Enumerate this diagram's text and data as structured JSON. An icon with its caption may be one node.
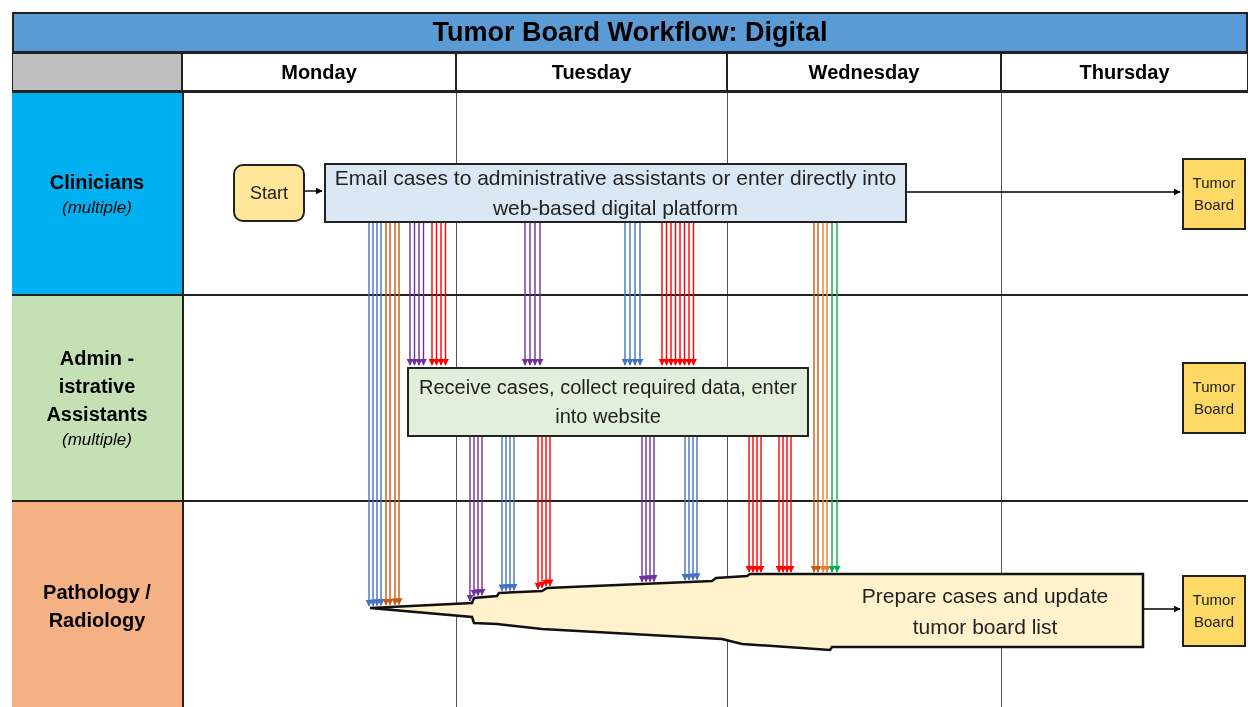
{
  "diagram": {
    "title": "Tumor Board Workflow: Digital",
    "nodes": [
      {
        "text": [
          "Clinicians",
          "(multiple)"
        ]
      },
      {
        "text": [
          "Start"
        ],
        "in": 0
      },
      {
        "text": [
          "Email cases to administrative assistants or enter directly into web-based digital platform"
        ],
        "in": 0
      },
      {
        "text": [
          "Tumor Board"
        ],
        "in": 0
      },
      {
        "text": [
          "Admin - istrative Assistants",
          "(multiple)"
        ]
      },
      {
        "text": [
          "Receive cases, collect required data, enter into website"
        ],
        "in": 4
      },
      {
        "text": [
          "Tumor Board"
        ],
        "in": 4
      },
      {
        "text": [
          "Pathology / Radiology"
        ]
      },
      {
        "text": [
          "Prepare cases and update tumor board list"
        ],
        "in": 7
      },
      {
        "text": [
          "Tumor Board"
        ],
        "in": 7
      }
    ],
    "edges": [
      {
        "from": 1,
        "to": 2,
        "arrow": "to",
        "color": "#000000"
      },
      {
        "from": 2,
        "to": 3,
        "arrow": "to",
        "color": "#000000"
      },
      {
        "from": 2,
        "to": 5,
        "arrow": "to",
        "color": "#7030a0"
      },
      {
        "from": 2,
        "to": 5,
        "arrow": "to",
        "color": "#7030a0"
      },
      {
        "from": 2,
        "to": 5,
        "arrow": "to",
        "color": "#7030a0"
      },
      {
        "from": 2,
        "to": 5,
        "arrow": "to",
        "color": "#7030a0"
      },
      {
        "from": 2,
        "to": 5,
        "arrow": "to",
        "color": "#ff0000"
      },
      {
        "from": 2,
        "to": 5,
        "arrow": "to",
        "color": "#ff0000"
      },
      {
        "from": 2,
        "to": 5,
        "arrow": "to",
        "color": "#ff0000"
      },
      {
        "from": 2,
        "to": 5,
        "arrow": "to",
        "color": "#ff0000"
      },
      {
        "from": 2,
        "to": 5,
        "arrow": "to",
        "color": "#7030a0"
      },
      {
        "from": 2,
        "to": 5,
        "arrow": "to",
        "color": "#7030a0"
      },
      {
        "from": 2,
        "to": 5,
        "arrow": "to",
        "color": "#7030a0"
      },
      {
        "from": 2,
        "to": 5,
        "arrow": "to",
        "color": "#7030a0"
      },
      {
        "from": 2,
        "to": 5,
        "arrow": "to",
        "color": "#4472c4"
      },
      {
        "from": 2,
        "to": 5,
        "arrow": "to",
        "color": "#4472c4"
      },
      {
        "from": 2,
        "to": 5,
        "arrow": "to",
        "color": "#4472c4"
      },
      {
        "from": 2,
        "to": 5,
        "arrow": "to",
        "color": "#4472c4"
      },
      {
        "from": 2,
        "to": 5,
        "arrow": "to",
        "color": "#ff0000"
      },
      {
        "from": 2,
        "to": 5,
        "arrow": "to",
        "color": "#ff0000"
      },
      {
        "from": 2,
        "to": 5,
        "arrow": "to",
        "color": "#ff0000"
      },
      {
        "from": 2,
        "to": 5,
        "arrow": "to",
        "color": "#ff0000"
      },
      {
        "from": 2,
        "to": 5,
        "arrow": "to",
        "color": "#ff0000"
      },
      {
        "from": 2,
        "to": 5,
        "arrow": "to",
        "color": "#ff0000"
      },
      {
        "from": 2,
        "to": 5,
        "arrow": "to",
        "color": "#ff0000"
      },
      {
        "from": 2,
        "to": 5,
        "arrow": "to",
        "color": "#ff0000"
      },
      {
        "from": 2,
        "to": 8,
        "arrow": "to",
        "color": "#4472c4"
      },
      {
        "from": 2,
        "to": 8,
        "arrow": "to",
        "color": "#4472c4"
      },
      {
        "from": 2,
        "to": 8,
        "arrow": "to",
        "color": "#4472c4"
      },
      {
        "from": 2,
        "to": 8,
        "arrow": "to",
        "color": "#4472c4"
      },
      {
        "from": 2,
        "to": 8,
        "arrow": "to",
        "color": "#c55a11"
      },
      {
        "from": 2,
        "to": 8,
        "arrow": "to",
        "color": "#c55a11"
      },
      {
        "from": 2,
        "to": 8,
        "arrow": "to",
        "color": "#c55a11"
      },
      {
        "from": 2,
        "to": 8,
        "arrow": "to",
        "color": "#c55a11"
      },
      {
        "from": 2,
        "to": 8,
        "arrow": "to",
        "color": "#c55a11"
      },
      {
        "from": 2,
        "to": 8,
        "arrow": "to",
        "color": "#c55a11"
      },
      {
        "from": 2,
        "to": 8,
        "arrow": "to",
        "color": "#ed7d31"
      },
      {
        "from": 2,
        "to": 8,
        "arrow": "to",
        "color": "#ed7d31"
      },
      {
        "from": 2,
        "to": 8,
        "arrow": "to",
        "color": "#00b050"
      },
      {
        "from": 2,
        "to": 8,
        "arrow": "to",
        "color": "#00b050"
      },
      {
        "from": 5,
        "to": 8,
        "arrow": "to",
        "color": "#7030a0"
      },
      {
        "from": 5,
        "to": 8,
        "arrow": "to",
        "color": "#7030a0"
      },
      {
        "from": 5,
        "to": 8,
        "arrow": "to",
        "color": "#7030a0"
      },
      {
        "from": 5,
        "to": 8,
        "arrow": "to",
        "color": "#7030a0"
      },
      {
        "from": 5,
        "to": 8,
        "arrow": "to",
        "color": "#4472c4"
      },
      {
        "from": 5,
        "to": 8,
        "arrow": "to",
        "color": "#4472c4"
      },
      {
        "from": 5,
        "to": 8,
        "arrow": "to",
        "color": "#4472c4"
      },
      {
        "from": 5,
        "to": 8,
        "arrow": "to",
        "color": "#4472c4"
      },
      {
        "from": 5,
        "to": 8,
        "arrow": "to",
        "color": "#ff0000"
      },
      {
        "from": 5,
        "to": 8,
        "arrow": "to",
        "color": "#ff0000"
      },
      {
        "from": 5,
        "to": 8,
        "arrow": "to",
        "color": "#ff0000"
      },
      {
        "from": 5,
        "to": 8,
        "arrow": "to",
        "color": "#ff0000"
      },
      {
        "from": 5,
        "to": 8,
        "arrow": "to",
        "color": "#7030a0"
      },
      {
        "from": 5,
        "to": 8,
        "arrow": "to",
        "color": "#7030a0"
      },
      {
        "from": 5,
        "to": 8,
        "arrow": "to",
        "color": "#7030a0"
      },
      {
        "from": 5,
        "to": 8,
        "arrow": "to",
        "color": "#7030a0"
      },
      {
        "from": 5,
        "to": 8,
        "arrow": "to",
        "color": "#4472c4"
      },
      {
        "from": 5,
        "to": 8,
        "arrow": "to",
        "color": "#4472c4"
      },
      {
        "from": 5,
        "to": 8,
        "arrow": "to",
        "color": "#4472c4"
      },
      {
        "from": 5,
        "to": 8,
        "arrow": "to",
        "color": "#4472c4"
      },
      {
        "from": 5,
        "to": 8,
        "arrow": "to",
        "color": "#ff0000"
      },
      {
        "from": 5,
        "to": 8,
        "arrow": "to",
        "color": "#ff0000"
      },
      {
        "from": 5,
        "to": 8,
        "arrow": "to",
        "color": "#ff0000"
      },
      {
        "from": 5,
        "to": 8,
        "arrow": "to",
        "color": "#ff0000"
      },
      {
        "from": 5,
        "to": 8,
        "arrow": "to",
        "color": "#ff0000"
      },
      {
        "from": 5,
        "to": 8,
        "arrow": "to",
        "color": "#ff0000"
      },
      {
        "from": 5,
        "to": 8,
        "arrow": "to",
        "color": "#ff0000"
      },
      {
        "from": 5,
        "to": 8,
        "arrow": "to",
        "color": "#ff0000"
      },
      {
        "from": 8,
        "to": 9,
        "arrow": "to",
        "color": "#000000"
      }
    ],
    "labels": [
      "Monday",
      "Tuesday",
      "Wednesday",
      "Thursday"
    ]
  }
}
